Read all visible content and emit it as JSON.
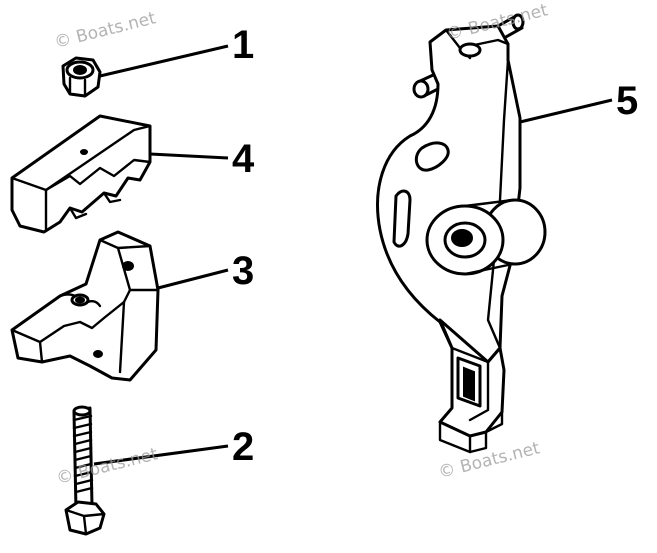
{
  "watermark": "© Boats.net",
  "callouts": [
    {
      "number": "1"
    },
    {
      "number": "2"
    },
    {
      "number": "3"
    },
    {
      "number": "4"
    },
    {
      "number": "5"
    }
  ]
}
